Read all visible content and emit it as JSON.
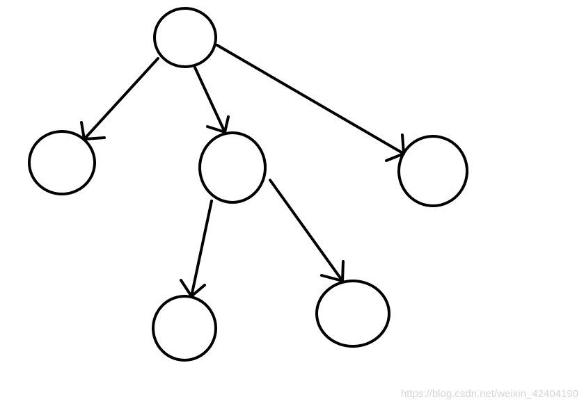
{
  "diagram": {
    "type": "tree",
    "colors": {
      "stroke": "#000000",
      "background": "#ffffff",
      "watermark": "#d6d6d6"
    },
    "nodes": [
      {
        "id": "root",
        "label": ""
      },
      {
        "id": "child-left",
        "label": ""
      },
      {
        "id": "child-middle",
        "label": ""
      },
      {
        "id": "child-right",
        "label": ""
      },
      {
        "id": "grandchild-left",
        "label": ""
      },
      {
        "id": "grandchild-right",
        "label": ""
      }
    ],
    "edges": [
      {
        "from": "root",
        "to": "child-left"
      },
      {
        "from": "root",
        "to": "child-middle"
      },
      {
        "from": "root",
        "to": "child-right"
      },
      {
        "from": "child-middle",
        "to": "grandchild-left"
      },
      {
        "from": "child-middle",
        "to": "grandchild-right"
      }
    ]
  },
  "watermark": {
    "text": "https://blog.csdn.net/weixin_42404190"
  }
}
